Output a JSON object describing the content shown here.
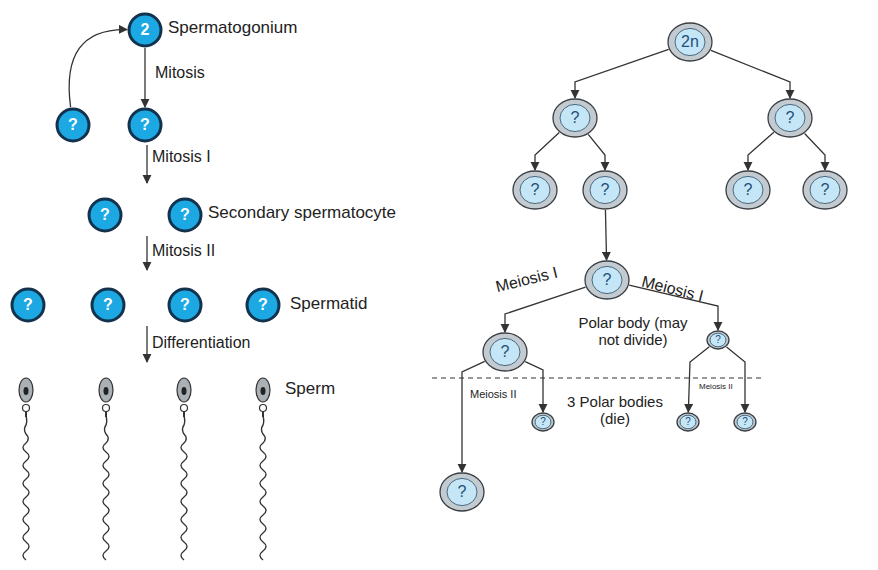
{
  "diagram": {
    "nodes": [
      {
        "text": [
          "2"
        ]
      },
      {
        "text": [
          "?"
        ]
      },
      {
        "text": [
          "?"
        ]
      },
      {
        "text": [
          "?"
        ]
      },
      {
        "text": [
          "?"
        ]
      },
      {
        "text": [
          "?"
        ]
      },
      {
        "text": [
          "?"
        ]
      },
      {
        "text": [
          "?"
        ]
      },
      {
        "text": [
          "?"
        ]
      },
      {
        "text": [
          "2n"
        ]
      },
      {
        "text": [
          "?"
        ]
      },
      {
        "text": [
          "?"
        ]
      },
      {
        "text": [
          "?"
        ]
      },
      {
        "text": [
          "?"
        ]
      },
      {
        "text": [
          "?"
        ]
      },
      {
        "text": [
          "?"
        ]
      },
      {
        "text": [
          "?"
        ]
      },
      {
        "text": [
          "?"
        ]
      },
      {
        "text": [
          "?"
        ]
      },
      {
        "text": [
          "?"
        ]
      },
      {
        "text": [
          "?"
        ]
      },
      {
        "text": [
          "?"
        ]
      },
      {
        "text": [
          "?"
        ]
      }
    ],
    "edges": [
      {
        "from": 0,
        "to": 2,
        "label": "Mitosis",
        "arrow": "to"
      },
      {
        "from": 1,
        "to": 0,
        "arrow": "to"
      },
      {
        "from": 9,
        "to": 10,
        "arrow": "to"
      },
      {
        "from": 9,
        "to": 11,
        "arrow": "to"
      },
      {
        "from": 10,
        "to": 12,
        "arrow": "to"
      },
      {
        "from": 10,
        "to": 13,
        "arrow": "to"
      },
      {
        "from": 11,
        "to": 14,
        "arrow": "to"
      },
      {
        "from": 11,
        "to": 15,
        "arrow": "to"
      },
      {
        "from": 13,
        "to": 16,
        "arrow": "to"
      },
      {
        "from": 16,
        "to": 17,
        "label": "Meiosis I",
        "arrow": "to"
      },
      {
        "from": 16,
        "to": 18,
        "label": "Meiosis I",
        "arrow": "to"
      },
      {
        "from": 17,
        "to": 20,
        "label": "Meiosis II",
        "arrow": "to"
      },
      {
        "from": 17,
        "to": 19,
        "arrow": "to"
      },
      {
        "from": 18,
        "to": 21,
        "label": "Meiosis II",
        "arrow": "to"
      },
      {
        "from": 18,
        "to": 22,
        "arrow": "to"
      }
    ],
    "labels": [
      "Spermatogonium",
      "Mitosis I",
      "Secondary spermatocyte",
      "Mitosis II",
      "Spermatid",
      "Differentiation",
      "Sperm",
      "Polar body (may not divide)",
      "3 Polar bodies (die)"
    ]
  }
}
